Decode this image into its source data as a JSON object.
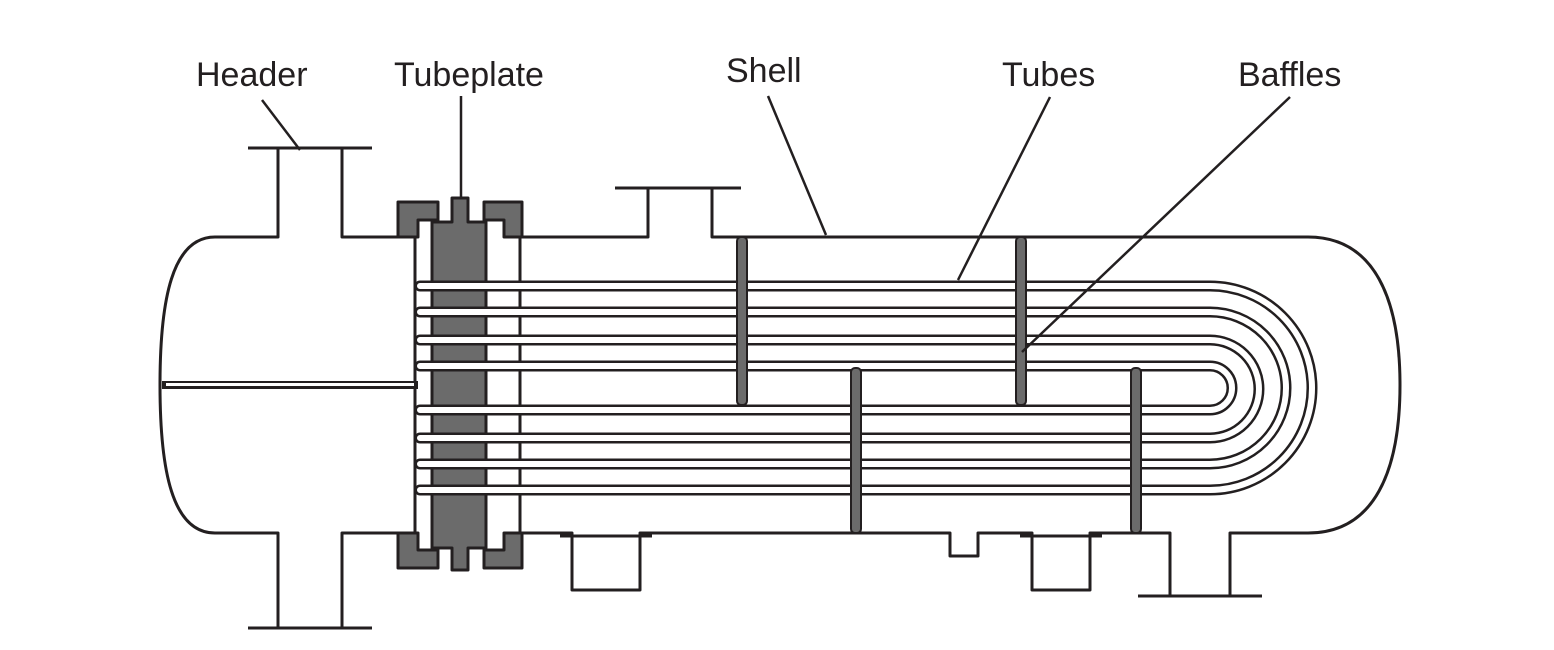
{
  "labels": {
    "header": "Header",
    "tubeplate": "Tubeplate",
    "shell": "Shell",
    "tubes": "Tubes",
    "baffles": "Baffles"
  },
  "colors": {
    "body": "#d8d3d5",
    "tubeplate": "#6b6b6b",
    "outline": "#231f20",
    "tubes": "#ffffff",
    "background": "#ffffff"
  }
}
